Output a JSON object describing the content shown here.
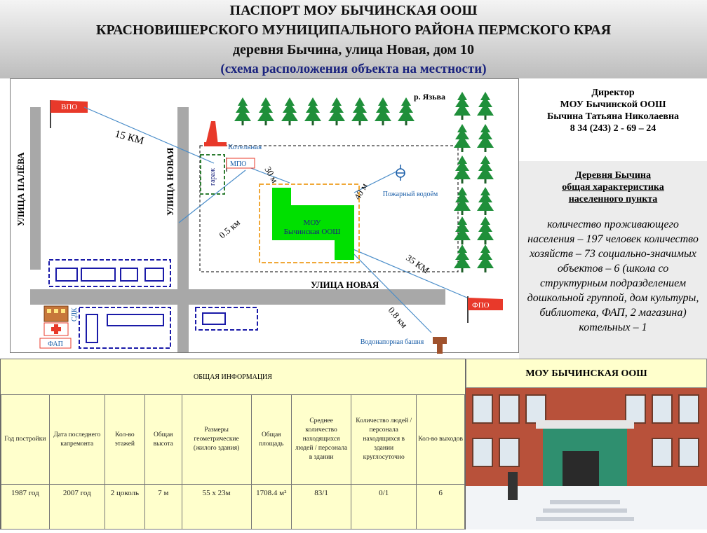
{
  "header": {
    "line1": "ПАСПОРТ МОУ БЫЧИНСКАЯ ООШ",
    "line2": "КРАСНОВИШЕРСКОГО МУНИЦИПАЛЬНОГО РАЙОНА ПЕРМСКОГО КРАЯ",
    "line3": "деревня Бычина, улица Новая, дом 10",
    "line4": "(схема расположения объекта на местности)"
  },
  "map": {
    "river": "р. Язьва",
    "vpo": "ВПО",
    "dist_15": "15 КМ",
    "street_paleva": "УЛИЦА ПАЛЁВА",
    "street_novaya_v": "УЛИЦА НОВАЯ",
    "street_novaya_h": "УЛИЦА НОВАЯ",
    "boiler": "Котельная",
    "garage": "гараж",
    "mpo": "МПО",
    "dist_30": "30 м",
    "dist_40": "40 м",
    "dist_05": "0.5 км",
    "pond": "Пожарный водоём",
    "school_1": "МОУ",
    "school_2": "Бычинская ООШ",
    "dist_35": "35 КМ",
    "fpo": "ФПО",
    "sdk": "СДК",
    "fap": "ФАП",
    "dist_08": "0.8 км",
    "tower": "Водонапорная башня"
  },
  "director": {
    "line1": "Директор",
    "line2": "МОУ Бычинской ООШ",
    "line3": "Бычина Татьяна Николаевна",
    "line4": "8 34 (243) 2 - 69 – 24"
  },
  "village": {
    "title_1": "Деревня Бычина",
    "title_2": "общая характеристика",
    "title_3": "населенного пункта",
    "description": "количество проживающего населения – 197 человек количество хозяйств – 73 социально-значимых объектов – 6 (школа со структурным подразделением дошкольной группой, дом культуры, библиотека, ФАП, 2 магазина) котельных – 1"
  },
  "info": {
    "title": "ОБЩАЯ ИНФОРМАЦИЯ",
    "headers": [
      "Год постройки",
      "Дата последнего капремонта",
      "Кол-во этажей",
      "Общая высота",
      "Размеры геометрические (жилого здания)",
      "Общая площадь",
      "Среднее количество находящихся людей / персонала в здании",
      "Количество людей / персонала находящихся в здании круглосуточно",
      "Кол-во выходов"
    ],
    "values": [
      "1987 год",
      "2007 год",
      "2 цоколь",
      "7 м",
      "55 х 23м",
      "1708.4 м²",
      "83/1",
      "0/1",
      "6"
    ]
  },
  "photo": {
    "title": "МОУ БЫЧИНСКАЯ ООШ"
  },
  "colors": {
    "school": "#00e000",
    "flag": "#e8392a",
    "tree": "#1f8f3a",
    "road": "#a8a8a8",
    "info_bg": "#ffffcc",
    "village_bg": "#ececec"
  }
}
